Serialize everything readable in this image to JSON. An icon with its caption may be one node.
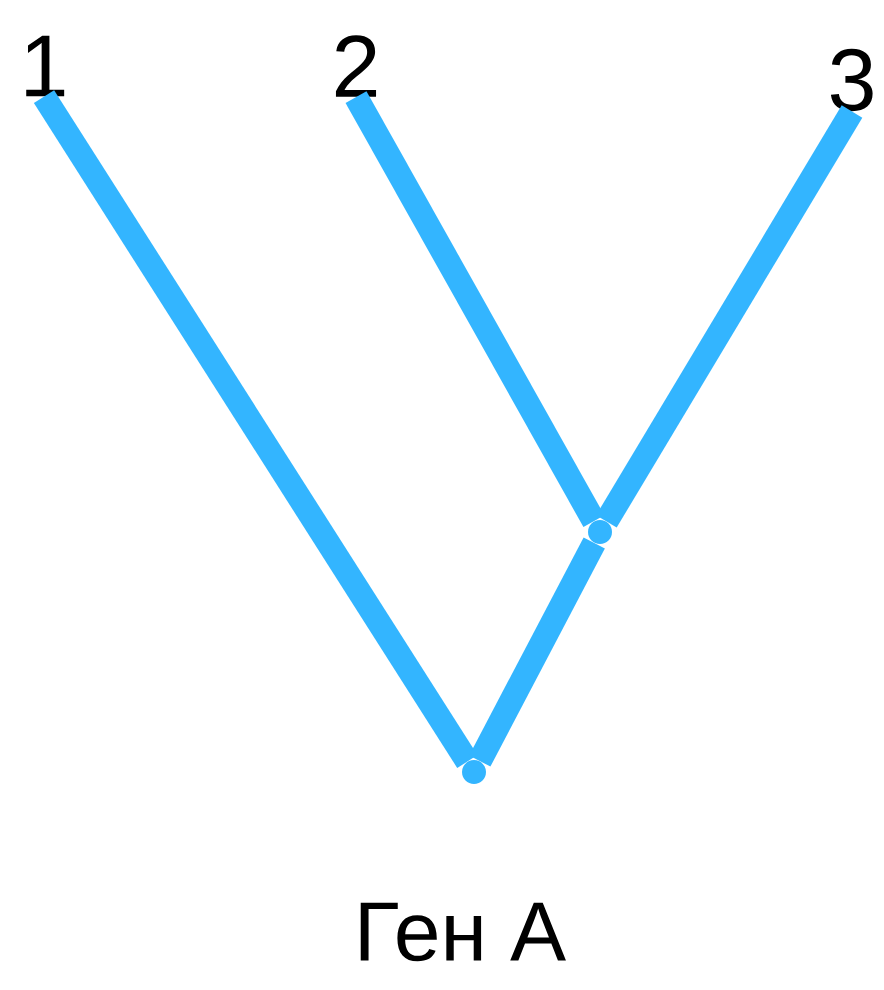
{
  "diagram": {
    "nodes": [
      {
        "text": [
          "1"
        ]
      },
      {
        "text": [
          "2"
        ]
      },
      {
        "text": [
          "3"
        ]
      },
      {
        "text": [],
        "shape": "point"
      },
      {
        "text": [],
        "shape": "point"
      }
    ],
    "edges": [
      {
        "from": 0,
        "to": 4,
        "arrow": "none"
      },
      {
        "from": 1,
        "to": 3,
        "arrow": "none"
      },
      {
        "from": 2,
        "to": 3,
        "arrow": "none"
      },
      {
        "from": 3,
        "to": 4,
        "arrow": "none"
      }
    ],
    "labels": [
      "Ген А"
    ]
  }
}
